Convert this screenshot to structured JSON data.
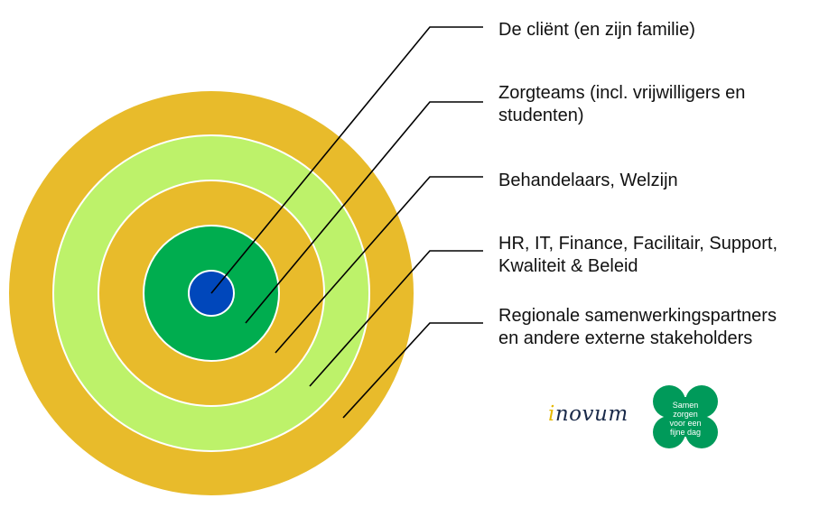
{
  "colors": {
    "outer_gold": "#e8bb2b",
    "light_green": "#bdf26a",
    "green": "#00ad4f",
    "blue": "#0047bb",
    "clover": "#009a5a"
  },
  "labels": [
    {
      "lines": [
        "De cliënt (en zijn familie)"
      ]
    },
    {
      "lines": [
        "Zorgteams (incl. vrijwilligers en",
        "studenten)"
      ]
    },
    {
      "lines": [
        "Behandelaars, Welzijn"
      ]
    },
    {
      "lines": [
        "HR, IT, Finance, Facilitair, Support,",
        "Kwaliteit & Beleid"
      ]
    },
    {
      "lines": [
        "Regionale samenwerkingspartners",
        "en andere externe stakeholders"
      ]
    }
  ],
  "logos": {
    "inovum_first": "i",
    "inovum_rest": "novum",
    "clover_lines": [
      "Samen",
      "zorgen",
      "voor een",
      "fijne dag"
    ]
  }
}
